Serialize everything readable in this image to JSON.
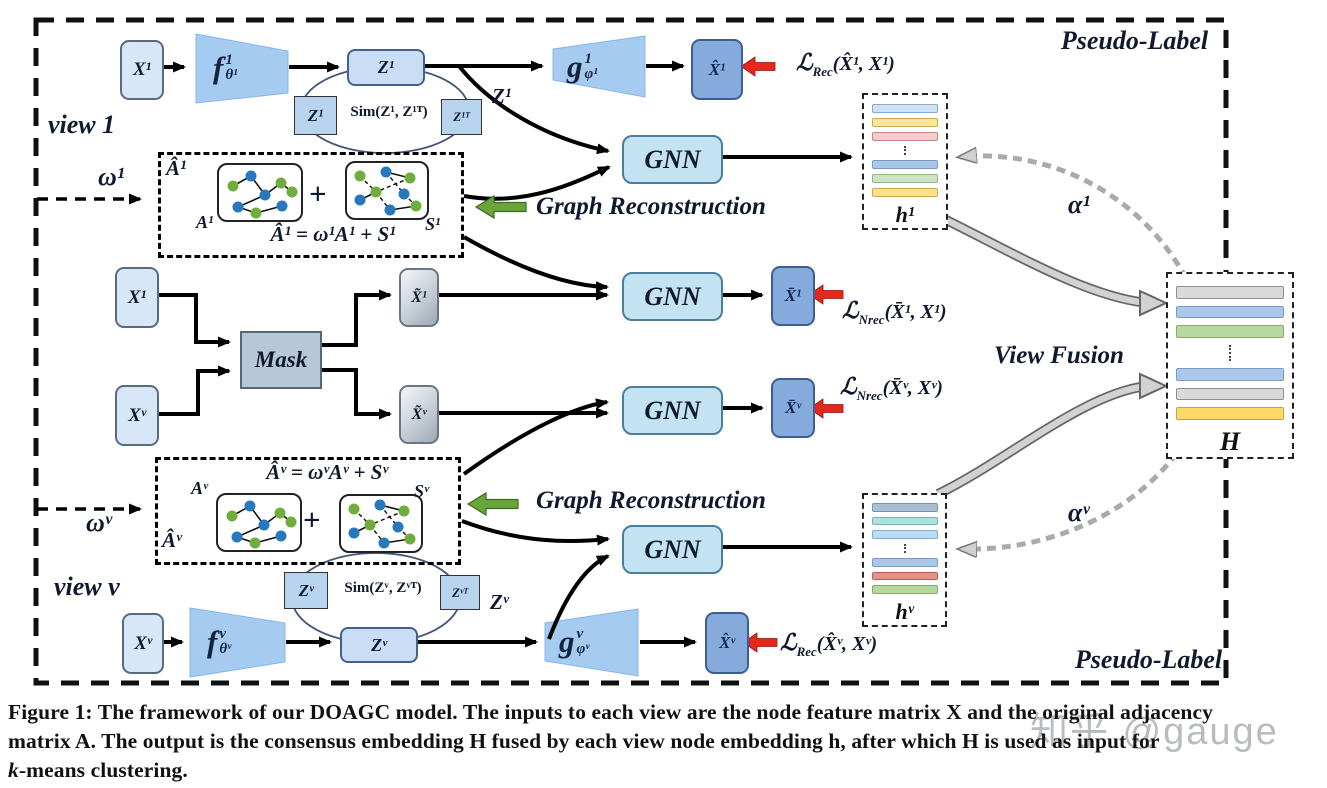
{
  "colors": {
    "light_blue_box": "#d8e7f8",
    "medium_blue_box": "#85abdd",
    "gnn_box": "#c3e2f2",
    "trapezoid": "#a5cbf1",
    "mask_box": "#b7c7d7",
    "red_arrow": "#e5281c",
    "green_arrow": "#68a63c",
    "gray_fusion_arrow": "#d2d2d2",
    "node_blue": "#2878bd",
    "node_green": "#6fae3e",
    "bar_blue": "#cfe2f3",
    "bar_yellow": "#ffe599",
    "bar_pink": "#f4cccc",
    "bar_green": "#cde3c2",
    "bar_gray": "#d9d9d9",
    "bar_teal": "#aee0e0",
    "bar_red": "#e8918a",
    "bar_gold": "#ffd966"
  },
  "diagram": {
    "pseudo_label": "Pseudo-Label",
    "gnn": "GNN",
    "plus": "+",
    "graph_reconstruction": "Graph Reconstruction",
    "view_fusion": "View Fusion",
    "mask": "Mask",
    "view1": {
      "label": "view 1",
      "x": "X¹",
      "encoder": {
        "base": "f",
        "sup": "1",
        "sub": "θ¹"
      },
      "z": "Z¹",
      "sim": {
        "z": "Z¹",
        "text": "Sim(Z¹, Z¹ᵀ)",
        "zt": "Z¹ᵀ"
      },
      "z_curve": "Z¹",
      "decoder": {
        "base": "g",
        "sup": "1",
        "sub": "φ¹"
      },
      "xhat": "X̂¹",
      "loss": {
        "base": "ℒ",
        "sub": "Rec",
        "args": "(X̂¹, X¹)"
      },
      "omega": "ω¹",
      "recon": {
        "ahat": "Â¹",
        "a": "A¹",
        "s": "S¹",
        "formula": "Â¹ = ω¹A¹ + S¹"
      },
      "h": "h¹",
      "alpha": "α¹"
    },
    "viewv": {
      "label": "view v",
      "x": "Xᵛ",
      "encoder": {
        "base": "f",
        "sup": "v",
        "sub": "θᵛ"
      },
      "z": "Zᵛ",
      "sim": {
        "z": "Zᵛ",
        "text": "Sim(Zᵛ, Zᵛᵀ)",
        "zt": "Zᵛᵀ"
      },
      "z_curve": "Zᵛ",
      "decoder": {
        "base": "g",
        "sup": "v",
        "sub": "φᵛ"
      },
      "xhat": "X̂ᵛ",
      "loss": {
        "base": "ℒ",
        "sub": "Rec",
        "args": "(X̂ᵛ, Xᵛ)"
      },
      "omega": "ωᵛ",
      "recon": {
        "ahat": "Âᵛ",
        "a": "Aᵛ",
        "s": "Sᵛ",
        "formula": "Âᵛ = ωᵛAᵛ + Sᵛ"
      },
      "h": "hᵛ",
      "alpha": "αᵛ"
    },
    "masked": {
      "x1": "X¹",
      "xv": "Xᵛ",
      "xt1": "X̃¹",
      "xtv": "X̃ᵛ",
      "xbar1": "X̄¹",
      "xbarv": "X̄ᵛ",
      "loss1": {
        "base": "ℒ",
        "sub": "Nrec",
        "args": "(X̄¹, X¹)"
      },
      "lossv": {
        "base": "ℒ",
        "sub": "Nrec",
        "args": "(X̄ᵛ, Xᵛ)"
      }
    },
    "fusion": {
      "H": "H"
    }
  },
  "caption": {
    "line1": "Figure 1: The framework of our DOAGC model. The inputs to each view are the node feature matrix X and the original adjacency",
    "line2": "matrix A. The output is the consensus embedding H fused by each view node embedding h, after which H is used as input for",
    "line3_italic": "k",
    "line3_rest": "-means clustering."
  },
  "watermark": "知乎 @gauge"
}
